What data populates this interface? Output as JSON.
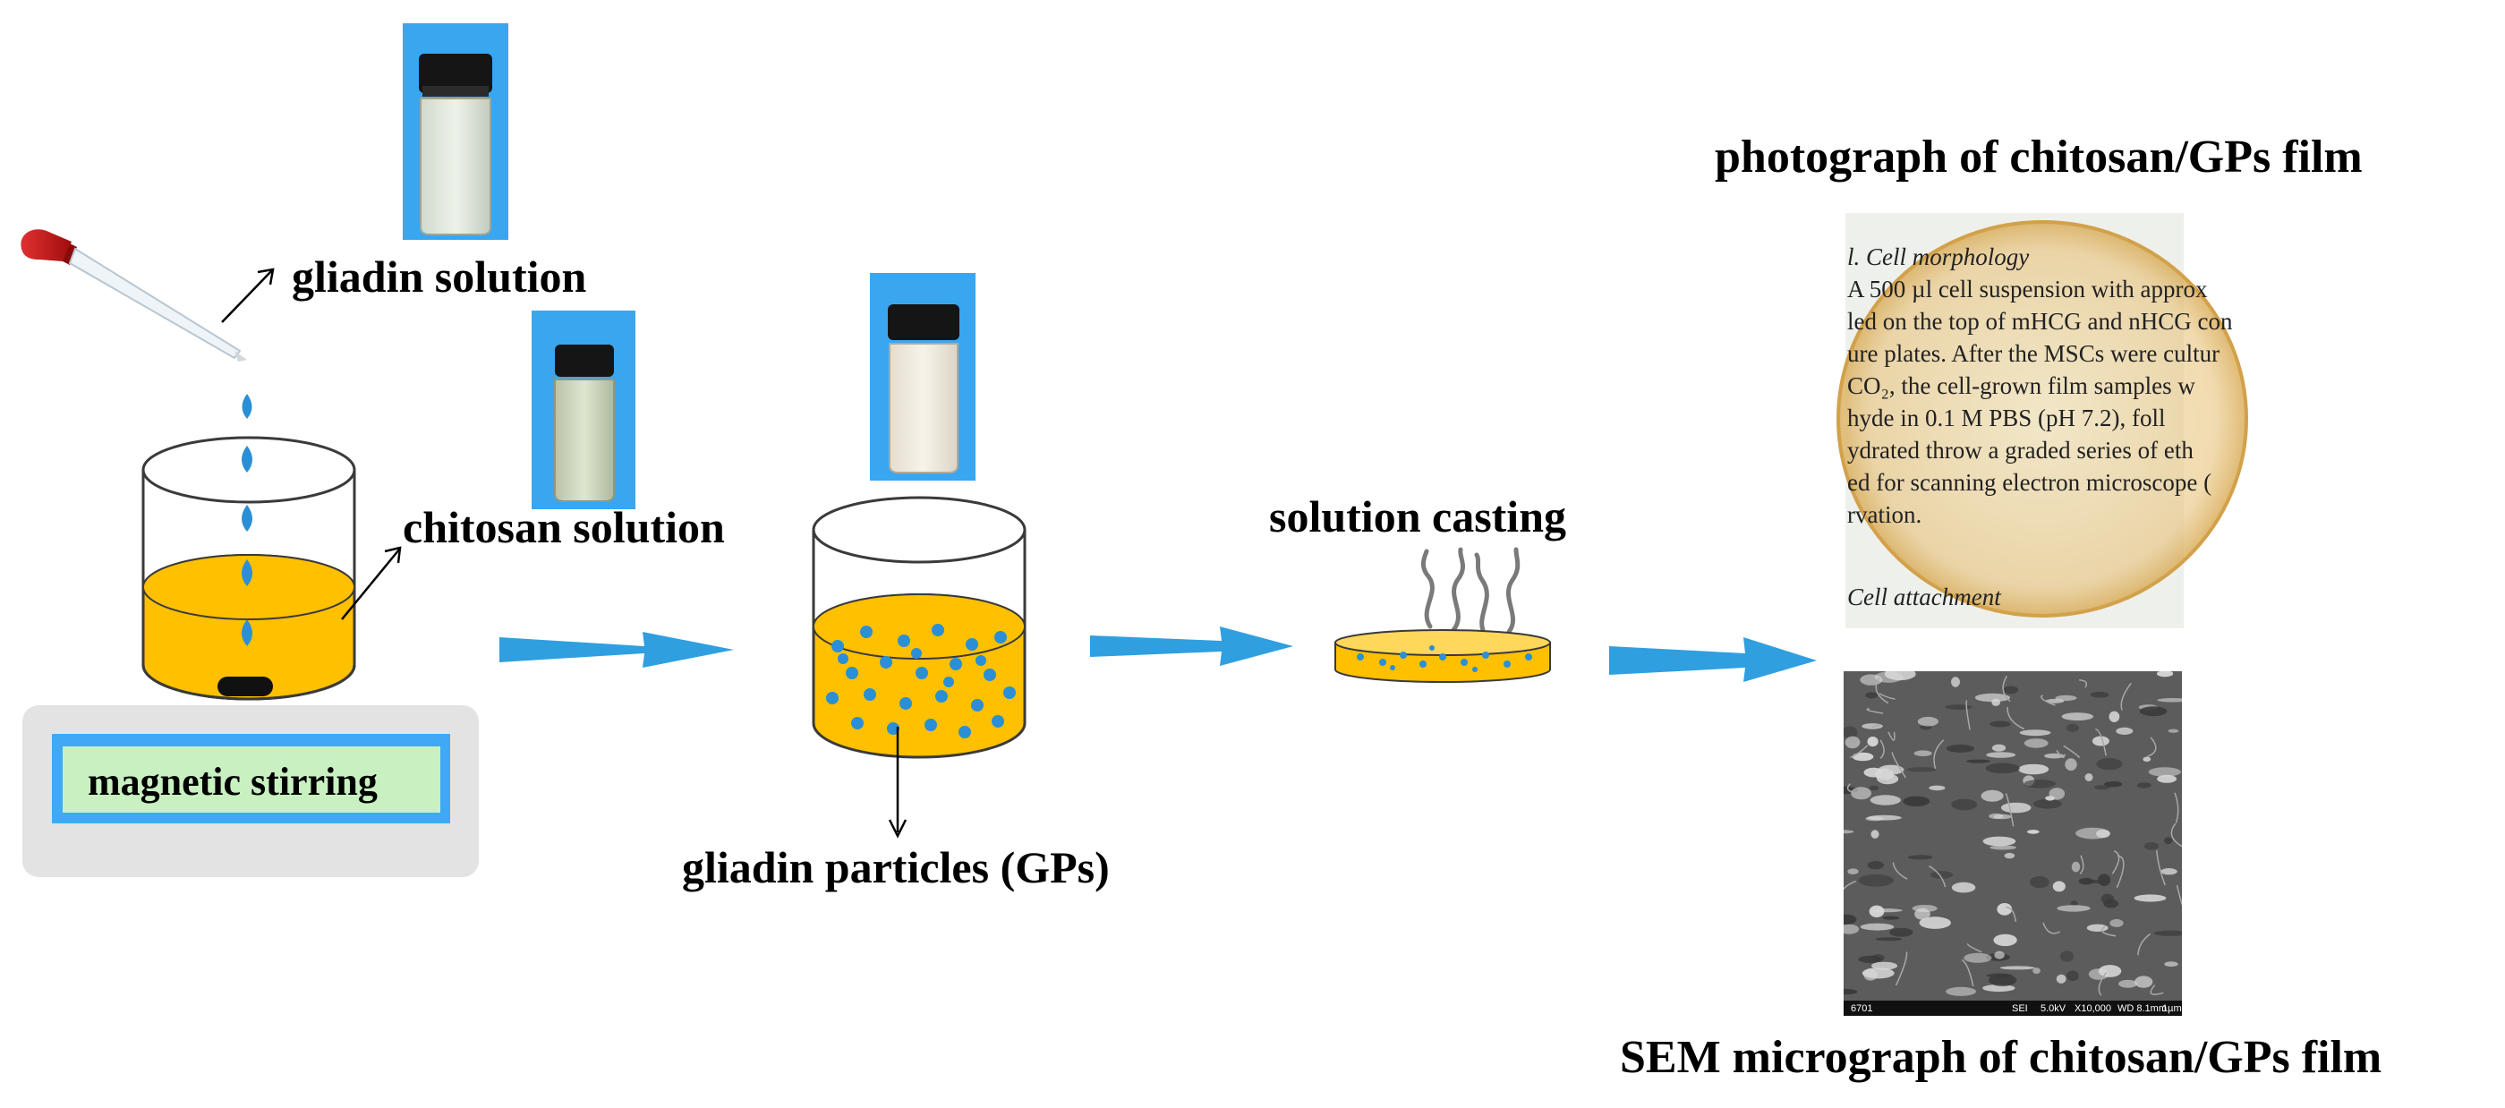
{
  "labels": {
    "gliadin_solution": "gliadin solution",
    "chitosan_solution": "chitosan solution",
    "magnetic_stirring": "magnetic stirring",
    "gliadin_particles": "gliadin particles (GPs)",
    "solution_casting": "solution casting",
    "photo_title": "photograph of chitosan/GPs film",
    "sem_title": "SEM micrograph of chitosan/GPs film"
  },
  "book_page": {
    "lines": [
      "l. Cell morphology",
      "A 500 µl cell suspension with approx",
      "led on the top of mHCG and nHCG con",
      "ure plates. After the MSCs were cultur",
      "CO₂, the cell-grown film samples w",
      "hyde in 0.1 M PBS (pH 7.2), foll",
      "ydrated throw a graded series of eth",
      "ed for scanning electron microscope (",
      "rvation.",
      "Cell attachment"
    ]
  },
  "sem_bar": {
    "id": "6701",
    "detector": "SEI",
    "voltage": "5.0kV",
    "magnification": "X10,000",
    "working_distance": "WD 8.1mm",
    "scale": "1µm"
  },
  "colors": {
    "arrow_blue": "#2f9fe0",
    "liquid_yellow": "#ffc000",
    "drop_blue": "#2a8fd6",
    "vial_background": "#3aa6f0",
    "stirrer_panel": "#e3e3e3",
    "stirrer_frame": "#3fa9f5",
    "stirrer_label_bg": "#c8f0c0",
    "film_amber": "#e9c986",
    "sem_gray": "#5c5c5c"
  },
  "icons": [
    "dropper-icon",
    "vial-icon",
    "beaker-icon",
    "petri-dish-icon",
    "flow-arrow-icon"
  ]
}
